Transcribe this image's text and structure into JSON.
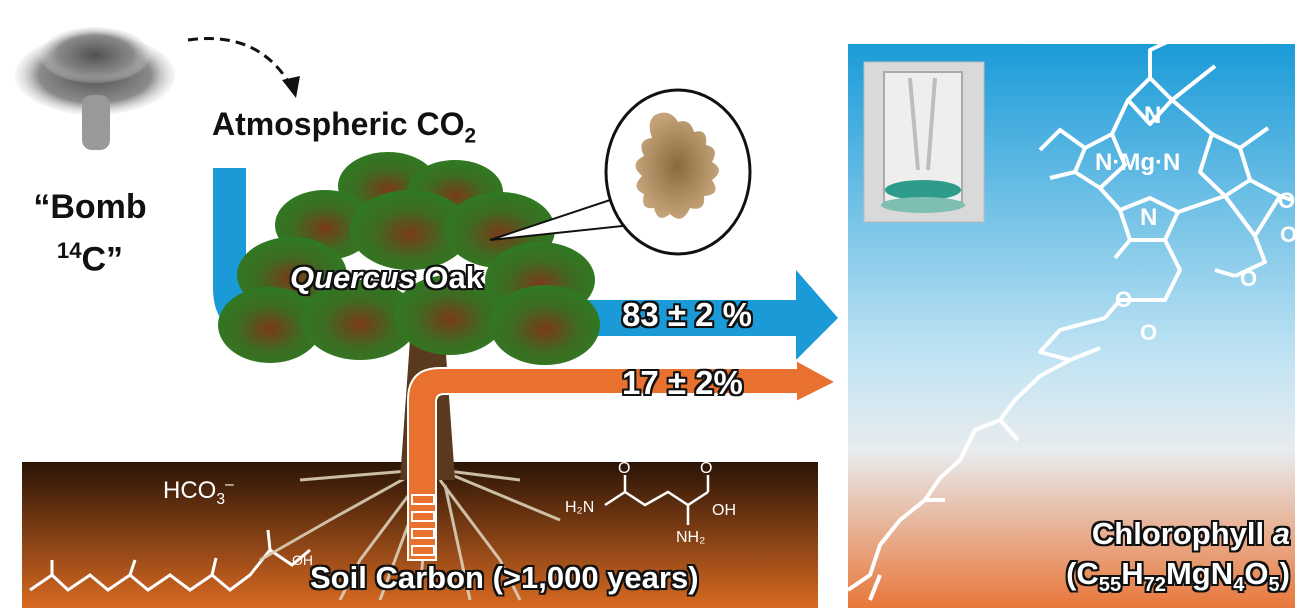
{
  "labels": {
    "bomb_line1": "“Bomb",
    "bomb_sup": "14",
    "bomb_line2": "C”",
    "atm_text": "Atmospheric CO",
    "atm_sub": "2",
    "oak_italic": "Quercus",
    "oak_rest": " Oak",
    "pct_atm": "83 ± 2 %",
    "pct_soil": "17 ± 2%",
    "soil": "Soil Carbon (>1,000 years)",
    "chl_line1": "Chlorophyll ",
    "chl_italic": "a",
    "chl_formula_open": "(C",
    "chl_c": "55",
    "chl_h_letter": "H",
    "chl_h": "72",
    "chl_mg": "MgN",
    "chl_n": "4",
    "chl_o_letter": "O",
    "chl_o": "5",
    "chl_close": ")",
    "hco3_text": "HCO",
    "hco3_sub": "3",
    "hco3_sup": "–",
    "glutamine_h2n": "H₂N",
    "glutamine_nh2": "NH₂",
    "glutamine_oh": "OH",
    "glutamine_o": "O",
    "phytol_oh": "OH",
    "chl_n_atom": "N",
    "chl_mg_core": "N·Mg·N",
    "chl_o_atom": "O"
  },
  "colors": {
    "atm_flow": "#1a9ad7",
    "soil_flow": "#e8712f",
    "soil_top": "#2a1406",
    "soil_bottom": "#d86a22",
    "panel_top": "#1b9bd8",
    "panel_bottom": "#e8773a",
    "tree_leaf": "#2f7a22",
    "tree_dark": "#7a3a1a"
  },
  "icons": {
    "bomb": "mushroom-cloud-icon",
    "leaf": "oak-leaf-icon",
    "vial": "chlorophyll-vial-photo"
  }
}
